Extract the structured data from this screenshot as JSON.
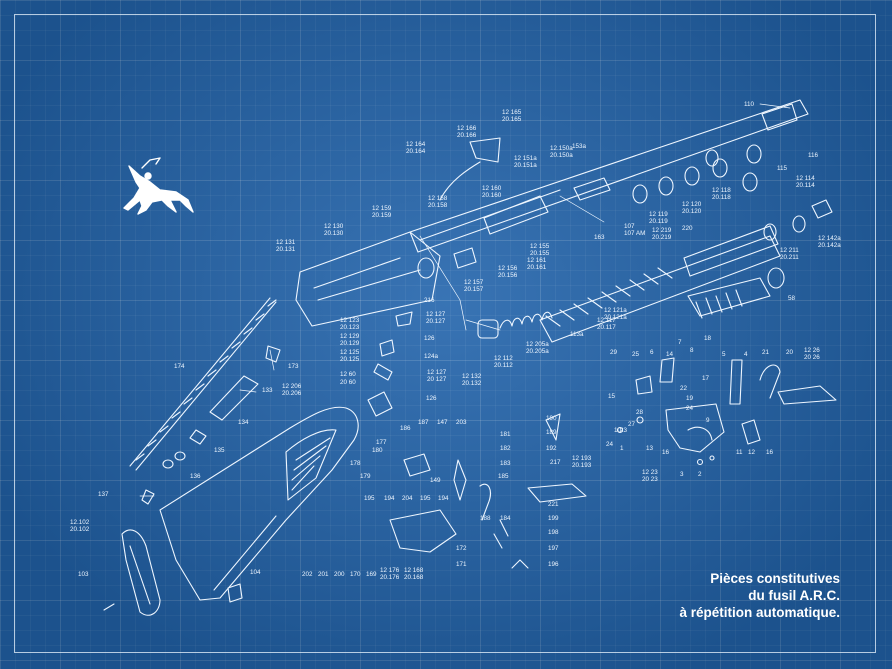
{
  "title": {
    "line1": "Pièces constitutives",
    "line2": "du fusil A.R.C.",
    "line3": "à répétition automatique."
  },
  "part_labels": [
    {
      "id": "110",
      "text": "110"
    },
    {
      "id": "115",
      "text": "115"
    },
    {
      "id": "116",
      "text": "116"
    },
    {
      "id": "12114",
      "text": "12 114"
    },
    {
      "id": "20114",
      "text": "20.114"
    },
    {
      "id": "12118",
      "text": "12 118"
    },
    {
      "id": "20118",
      "text": "20.118"
    },
    {
      "id": "12120",
      "text": "12 120"
    },
    {
      "id": "20120",
      "text": "20.120"
    },
    {
      "id": "12119",
      "text": "12 119"
    },
    {
      "id": "20119",
      "text": "20.119"
    },
    {
      "id": "107",
      "text": "107"
    },
    {
      "id": "107AM",
      "text": "107 AM"
    },
    {
      "id": "12219",
      "text": "12 219"
    },
    {
      "id": "20219",
      "text": "20.219"
    },
    {
      "id": "220",
      "text": "220"
    },
    {
      "id": "153",
      "text": "153a"
    },
    {
      "id": "163",
      "text": "163"
    },
    {
      "id": "12165",
      "text": "12 165"
    },
    {
      "id": "20165",
      "text": "20.165"
    },
    {
      "id": "12166",
      "text": "12 166"
    },
    {
      "id": "20166",
      "text": "20.166"
    },
    {
      "id": "12164",
      "text": "12 164"
    },
    {
      "id": "20164",
      "text": "20.164"
    },
    {
      "id": "12150",
      "text": "12.150a"
    },
    {
      "id": "20150",
      "text": "20.150a"
    },
    {
      "id": "12151",
      "text": "12 151a"
    },
    {
      "id": "20151",
      "text": "20.151a"
    },
    {
      "id": "12160",
      "text": "12 160"
    },
    {
      "id": "20160",
      "text": "20.160"
    },
    {
      "id": "12158",
      "text": "12 158"
    },
    {
      "id": "20158",
      "text": "20.158"
    },
    {
      "id": "12159",
      "text": "12 159"
    },
    {
      "id": "20159",
      "text": "20.159"
    },
    {
      "id": "12130",
      "text": "12 130"
    },
    {
      "id": "20130",
      "text": "20.130"
    },
    {
      "id": "12131",
      "text": "12 131"
    },
    {
      "id": "20131",
      "text": "20.131"
    },
    {
      "id": "12155",
      "text": "12 155"
    },
    {
      "id": "20155",
      "text": "20.155"
    },
    {
      "id": "12161",
      "text": "12 161"
    },
    {
      "id": "20161",
      "text": "20.161"
    },
    {
      "id": "12156",
      "text": "12 156"
    },
    {
      "id": "20156",
      "text": "20.156"
    },
    {
      "id": "12157",
      "text": "12 157"
    },
    {
      "id": "20157",
      "text": "20.157"
    },
    {
      "id": "12211",
      "text": "12 211"
    },
    {
      "id": "20211",
      "text": "20.211"
    },
    {
      "id": "12142",
      "text": "12 142a"
    },
    {
      "id": "20142",
      "text": "20.142a"
    },
    {
      "id": "58",
      "text": "58"
    },
    {
      "id": "12121",
      "text": "12 121a"
    },
    {
      "id": "20121",
      "text": "20.121a"
    },
    {
      "id": "12117",
      "text": "12 117"
    },
    {
      "id": "20117",
      "text": "20.117"
    },
    {
      "id": "113",
      "text": "113a"
    },
    {
      "id": "12205",
      "text": "12 205a"
    },
    {
      "id": "20205",
      "text": "20.205a"
    },
    {
      "id": "12112",
      "text": "12 112"
    },
    {
      "id": "20112",
      "text": "20.112"
    },
    {
      "id": "216",
      "text": "216"
    },
    {
      "id": "12123",
      "text": "12 123"
    },
    {
      "id": "20123",
      "text": "20.123"
    },
    {
      "id": "12127a",
      "text": "12 127"
    },
    {
      "id": "20127a",
      "text": "20.127"
    },
    {
      "id": "12129",
      "text": "12 129"
    },
    {
      "id": "20129",
      "text": "20.129"
    },
    {
      "id": "12125",
      "text": "12 125"
    },
    {
      "id": "20125",
      "text": "20.125"
    },
    {
      "id": "126a",
      "text": "126"
    },
    {
      "id": "124",
      "text": "124a"
    },
    {
      "id": "1260",
      "text": "12 60"
    },
    {
      "id": "2060",
      "text": "20 60"
    },
    {
      "id": "12127b",
      "text": "12 127"
    },
    {
      "id": "20127b",
      "text": "20 127"
    },
    {
      "id": "12132",
      "text": "12 132"
    },
    {
      "id": "20132",
      "text": "20.132"
    },
    {
      "id": "126b",
      "text": "126"
    },
    {
      "id": "174",
      "text": "174"
    },
    {
      "id": "173",
      "text": "173"
    },
    {
      "id": "133",
      "text": "133"
    },
    {
      "id": "12206",
      "text": "12 206"
    },
    {
      "id": "20206",
      "text": "20.206"
    },
    {
      "id": "134",
      "text": "134"
    },
    {
      "id": "135",
      "text": "135"
    },
    {
      "id": "136",
      "text": "136"
    },
    {
      "id": "137",
      "text": "137"
    },
    {
      "id": "12102",
      "text": "12.102"
    },
    {
      "id": "20102",
      "text": "20.102"
    },
    {
      "id": "103",
      "text": "103"
    },
    {
      "id": "104",
      "text": "104"
    },
    {
      "id": "187",
      "text": "187"
    },
    {
      "id": "147",
      "text": "147"
    },
    {
      "id": "203",
      "text": "203"
    },
    {
      "id": "186",
      "text": "186"
    },
    {
      "id": "177",
      "text": "177"
    },
    {
      "id": "180",
      "text": "180"
    },
    {
      "id": "178",
      "text": "178"
    },
    {
      "id": "179",
      "text": "179"
    },
    {
      "id": "149",
      "text": "149"
    },
    {
      "id": "181",
      "text": "181"
    },
    {
      "id": "182",
      "text": "182"
    },
    {
      "id": "183",
      "text": "183"
    },
    {
      "id": "185",
      "text": "185"
    },
    {
      "id": "190",
      "text": "190"
    },
    {
      "id": "189",
      "text": "189"
    },
    {
      "id": "192",
      "text": "192"
    },
    {
      "id": "217",
      "text": "217"
    },
    {
      "id": "12193",
      "text": "12 193"
    },
    {
      "id": "20193",
      "text": "20.193"
    },
    {
      "id": "221",
      "text": "221"
    },
    {
      "id": "199",
      "text": "199"
    },
    {
      "id": "198",
      "text": "198"
    },
    {
      "id": "197",
      "text": "197"
    },
    {
      "id": "196",
      "text": "196"
    },
    {
      "id": "188",
      "text": "188"
    },
    {
      "id": "184",
      "text": "184"
    },
    {
      "id": "195a",
      "text": "195"
    },
    {
      "id": "194a",
      "text": "194"
    },
    {
      "id": "204",
      "text": "204"
    },
    {
      "id": "195b",
      "text": "195"
    },
    {
      "id": "194b",
      "text": "194"
    },
    {
      "id": "172",
      "text": "172"
    },
    {
      "id": "171",
      "text": "171"
    },
    {
      "id": "202",
      "text": "202"
    },
    {
      "id": "201",
      "text": "201"
    },
    {
      "id": "200",
      "text": "200"
    },
    {
      "id": "170",
      "text": "170"
    },
    {
      "id": "169",
      "text": "169"
    },
    {
      "id": "12176",
      "text": "12 176"
    },
    {
      "id": "20176",
      "text": "20.176"
    },
    {
      "id": "12168",
      "text": "12 168"
    },
    {
      "id": "20168",
      "text": "20.168"
    },
    {
      "id": "29",
      "text": "29"
    },
    {
      "id": "25",
      "text": "25"
    },
    {
      "id": "6",
      "text": "6"
    },
    {
      "id": "14",
      "text": "14"
    },
    {
      "id": "7",
      "text": "7"
    },
    {
      "id": "18",
      "text": "18"
    },
    {
      "id": "8",
      "text": "8"
    },
    {
      "id": "5",
      "text": "5"
    },
    {
      "id": "4",
      "text": "4"
    },
    {
      "id": "21",
      "text": "21"
    },
    {
      "id": "20",
      "text": "20"
    },
    {
      "id": "1226",
      "text": "12 26"
    },
    {
      "id": "2026",
      "text": "20 26"
    },
    {
      "id": "22",
      "text": "22"
    },
    {
      "id": "17",
      "text": "17"
    },
    {
      "id": "15",
      "text": "15"
    },
    {
      "id": "19",
      "text": "19"
    },
    {
      "id": "24a",
      "text": "24"
    },
    {
      "id": "9",
      "text": "9"
    },
    {
      "id": "28",
      "text": "28"
    },
    {
      "id": "27",
      "text": "27"
    },
    {
      "id": "10",
      "text": "10"
    },
    {
      "id": "23",
      "text": "23"
    },
    {
      "id": "24b",
      "text": "24"
    },
    {
      "id": "1",
      "text": "1"
    },
    {
      "id": "13",
      "text": "13"
    },
    {
      "id": "16a",
      "text": "16"
    },
    {
      "id": "11",
      "text": "11"
    },
    {
      "id": "12",
      "text": "12"
    },
    {
      "id": "16b",
      "text": "16"
    },
    {
      "id": "1223",
      "text": "12 23"
    },
    {
      "id": "2023",
      "text": "20 23"
    },
    {
      "id": "3",
      "text": "3"
    },
    {
      "id": "2",
      "text": "2"
    }
  ],
  "logo": {
    "icon": "centaur-logo-icon"
  },
  "colors": {
    "background": "#2264ac",
    "line": "#eef6ff",
    "grid": "rgba(255,255,255,0.10)"
  }
}
